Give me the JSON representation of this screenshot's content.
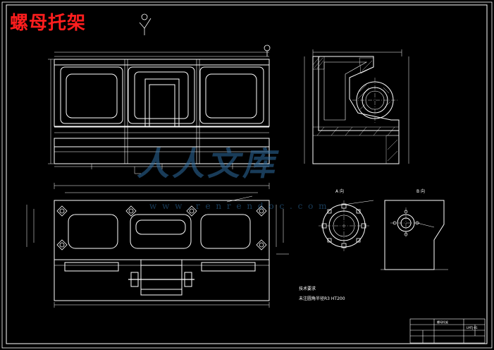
{
  "title": "螺母托架",
  "view_labels": {
    "view_a": "A 向",
    "view_b": "B 向"
  },
  "technical_notes": {
    "line1": "技术要求",
    "line2": "未注圆角半径R3 HT200"
  },
  "watermark": {
    "text": "人人文库",
    "url": "w w w . r e n r e n d o c . c o m"
  },
  "title_block": {
    "drawing_name": "螺母托架",
    "code": "LMTJ-01"
  },
  "colors": {
    "background": "#000000",
    "lines": "#ffffff",
    "title": "#ff1e1e",
    "watermark": "#2f6ea3"
  }
}
